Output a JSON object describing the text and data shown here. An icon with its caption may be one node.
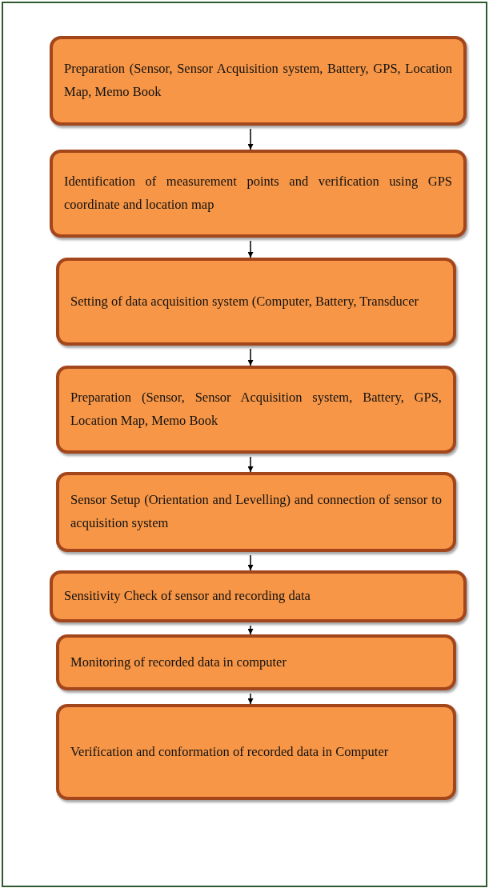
{
  "diagram": {
    "nodes": [
      {
        "text": [
          "Preparation (Sensor, Sensor Acquisition system, Battery, GPS, Location Map, Memo Book"
        ]
      },
      {
        "text": [
          "Identification of measurement points and verification using GPS coordinate and location map"
        ]
      },
      {
        "text": [
          "Setting of data acquisition system (Computer, Battery, Transducer"
        ]
      },
      {
        "text": [
          "Preparation (Sensor, Sensor Acquisition system, Battery, GPS, Location Map, Memo Book"
        ]
      },
      {
        "text": [
          "Sensor Setup (Orientation and Levelling) and connection of sensor to acquisition system"
        ]
      },
      {
        "text": [
          "Sensitivity Check of sensor and recording data"
        ]
      },
      {
        "text": [
          "Monitoring of recorded data in computer"
        ]
      },
      {
        "text": [
          "Verification and conformation of recorded data in Computer"
        ]
      }
    ],
    "edges": [
      {
        "from": 0,
        "to": 1,
        "arrow": "to"
      },
      {
        "from": 1,
        "to": 2,
        "arrow": "to"
      },
      {
        "from": 2,
        "to": 3,
        "arrow": "to"
      },
      {
        "from": 3,
        "to": 4,
        "arrow": "to"
      },
      {
        "from": 4,
        "to": 5,
        "arrow": "to"
      },
      {
        "from": 5,
        "to": 6,
        "arrow": "to"
      },
      {
        "from": 6,
        "to": 7,
        "arrow": "to"
      }
    ]
  }
}
